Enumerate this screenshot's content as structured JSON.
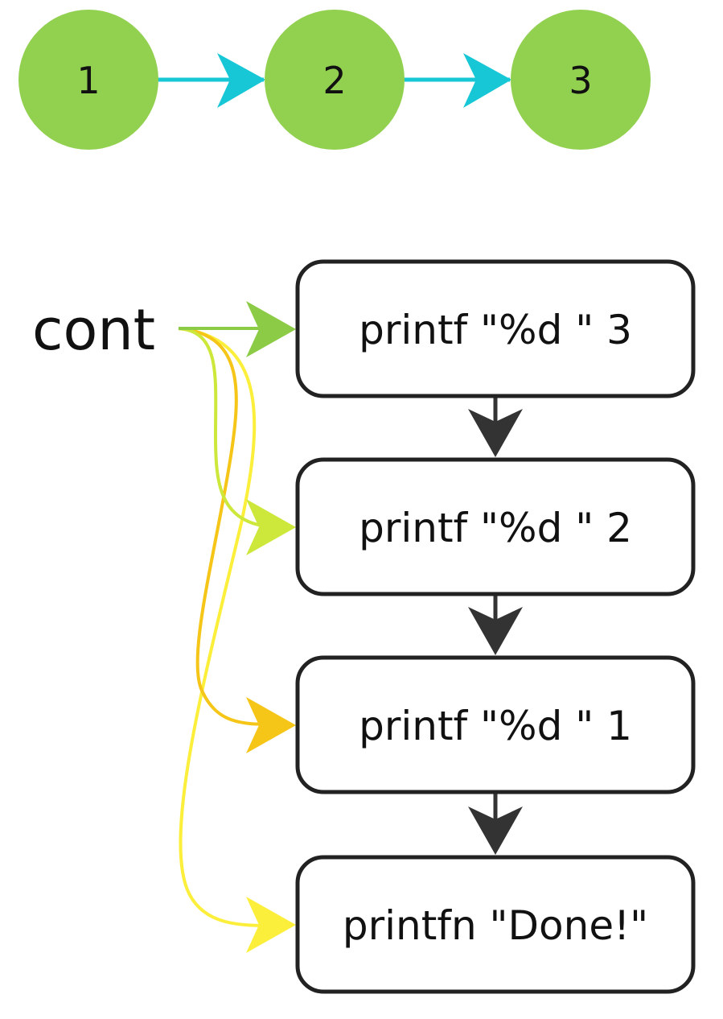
{
  "colors": {
    "node_fill": "#92D050",
    "list_arrow": "#17C7D6",
    "box_stroke": "#222222",
    "chain_arrow": "#333333",
    "cont_arrow_1": "#8CCB45",
    "cont_arrow_2": "#CDE83A",
    "cont_arrow_3": "#F5C518",
    "cont_arrow_4": "#FCEF3C"
  },
  "list": {
    "nodes": [
      "1",
      "2",
      "3"
    ]
  },
  "continuation": {
    "label": "cont",
    "boxes": [
      "printf \"%d \" 3",
      "printf \"%d \" 2",
      "printf \"%d \" 1",
      "printfn \"Done!\""
    ]
  }
}
